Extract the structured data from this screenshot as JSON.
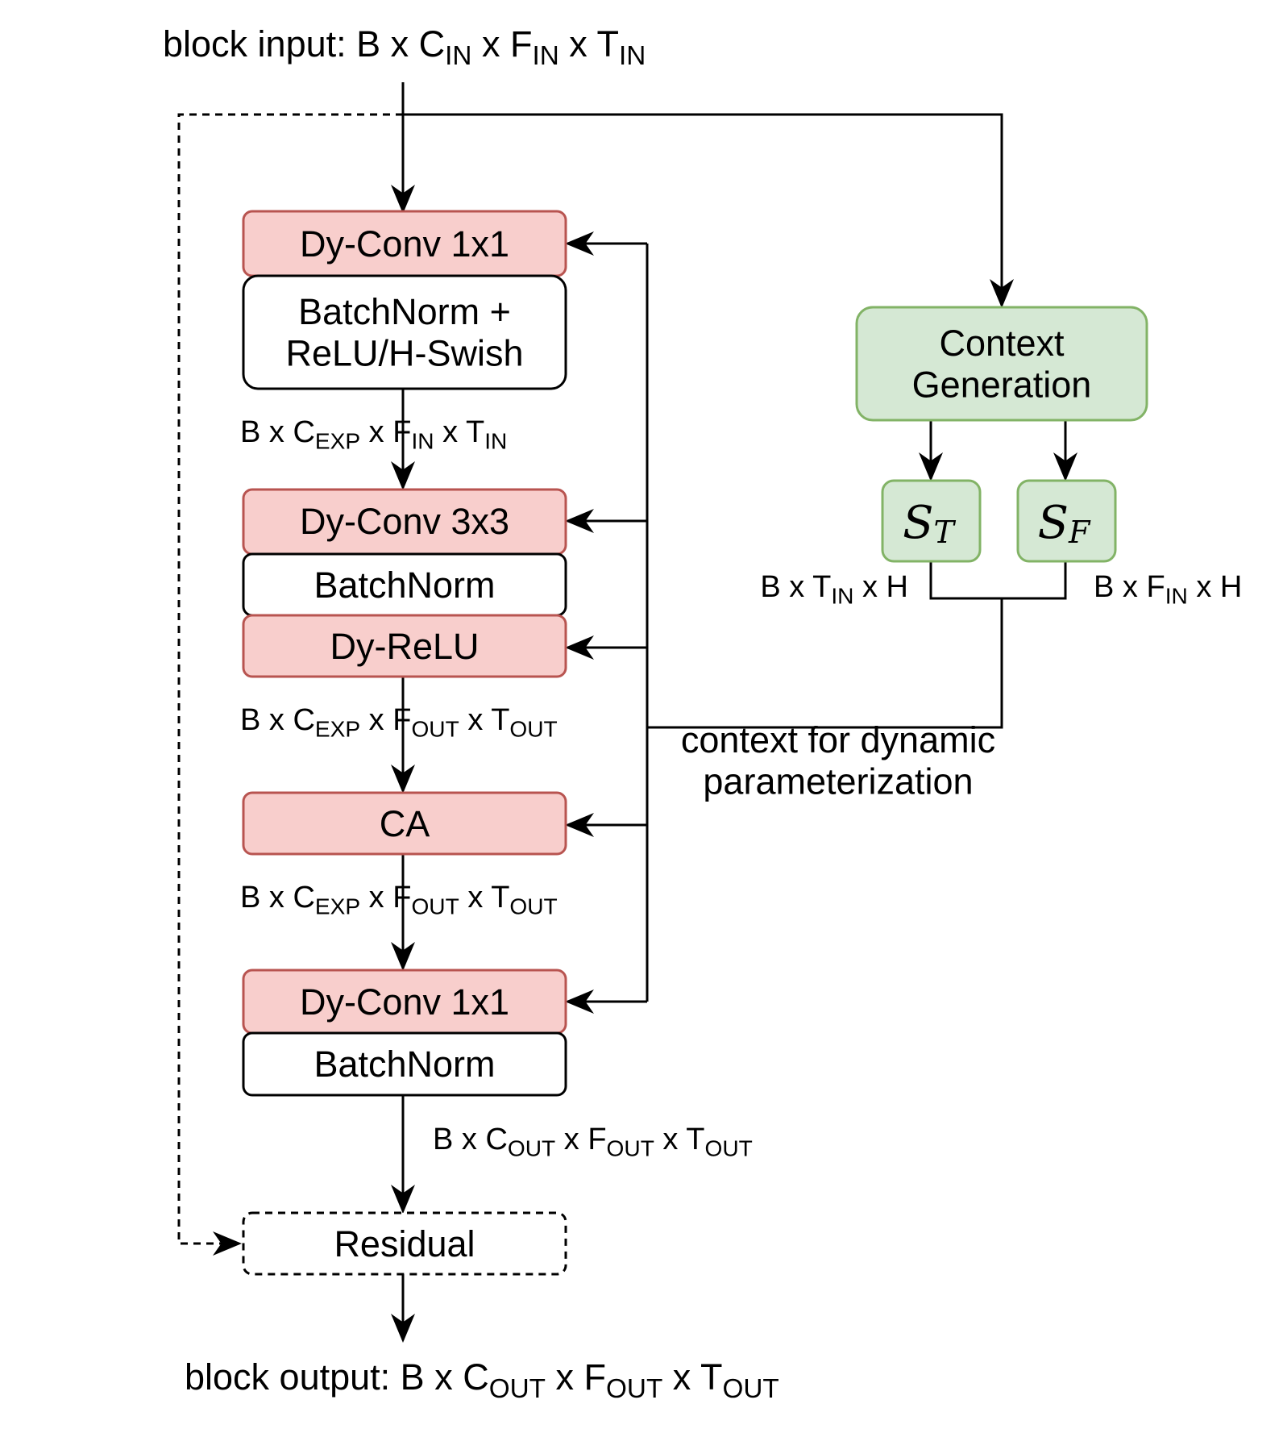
{
  "block_input_label": {
    "parts": [
      {
        "text": "block input: B x C"
      },
      {
        "text": "IN",
        "sub": true
      },
      {
        "text": " x F"
      },
      {
        "text": "IN",
        "sub": true
      },
      {
        "text": " x T"
      },
      {
        "text": "IN",
        "sub": true
      }
    ]
  },
  "block_output_label": {
    "parts": [
      {
        "text": "block output: B x C"
      },
      {
        "text": "OUT",
        "sub": true
      },
      {
        "text": " x F"
      },
      {
        "text": "OUT",
        "sub": true
      },
      {
        "text": " x T"
      },
      {
        "text": "OUT",
        "sub": true
      }
    ]
  },
  "nodes": {
    "dyconv1": {
      "lines": [
        "Dy-Conv 1x1"
      ]
    },
    "bn_act": {
      "lines": [
        "BatchNorm +",
        "ReLU/H-Swish"
      ]
    },
    "dyconv3": {
      "lines": [
        "Dy-Conv 3x3"
      ]
    },
    "bn2": {
      "lines": [
        "BatchNorm"
      ]
    },
    "dyrelu": {
      "lines": [
        "Dy-ReLU"
      ]
    },
    "ca": {
      "lines": [
        "CA"
      ]
    },
    "dyconv1b": {
      "lines": [
        "Dy-Conv 1x1"
      ]
    },
    "bn3": {
      "lines": [
        "BatchNorm"
      ]
    },
    "residual": {
      "lines": [
        "Residual"
      ]
    },
    "context": {
      "lines": [
        "Context",
        "Generation"
      ]
    },
    "st": {
      "main": "S",
      "sub": "T"
    },
    "sf": {
      "main": "S",
      "sub": "F"
    }
  },
  "shape_labels": {
    "after_bn_act": {
      "parts": [
        {
          "text": "B x C"
        },
        {
          "text": "EXP",
          "sub": true
        },
        {
          "text": " x F"
        },
        {
          "text": "IN",
          "sub": true
        },
        {
          "text": " x T"
        },
        {
          "text": "IN",
          "sub": true
        }
      ]
    },
    "after_dyrelu": {
      "parts": [
        {
          "text": "B x C"
        },
        {
          "text": "EXP",
          "sub": true
        },
        {
          "text": " x F"
        },
        {
          "text": "OUT",
          "sub": true
        },
        {
          "text": " x T"
        },
        {
          "text": "OUT",
          "sub": true
        }
      ]
    },
    "after_ca": {
      "parts": [
        {
          "text": "B x C"
        },
        {
          "text": "EXP",
          "sub": true
        },
        {
          "text": " x F"
        },
        {
          "text": "OUT",
          "sub": true
        },
        {
          "text": " x T"
        },
        {
          "text": "OUT",
          "sub": true
        }
      ]
    },
    "after_bn3": {
      "parts": [
        {
          "text": "B x C"
        },
        {
          "text": "OUT",
          "sub": true
        },
        {
          "text": " x F"
        },
        {
          "text": "OUT",
          "sub": true
        },
        {
          "text": " x T"
        },
        {
          "text": "OUT",
          "sub": true
        }
      ]
    },
    "st_shape": {
      "parts": [
        {
          "text": "B x T"
        },
        {
          "text": "IN",
          "sub": true
        },
        {
          "text": " x H"
        }
      ]
    },
    "sf_shape": {
      "parts": [
        {
          "text": "B x F"
        },
        {
          "text": "IN",
          "sub": true
        },
        {
          "text": " x H"
        }
      ]
    }
  },
  "context_note": {
    "lines": [
      "context for dynamic",
      "parameterization"
    ]
  },
  "colors": {
    "dynamic_fill": "#f8cecc",
    "dynamic_stroke": "#b85450",
    "context_fill": "#d5e8d4",
    "context_stroke": "#82b366",
    "plain_fill": "#ffffff",
    "line": "#000000"
  }
}
